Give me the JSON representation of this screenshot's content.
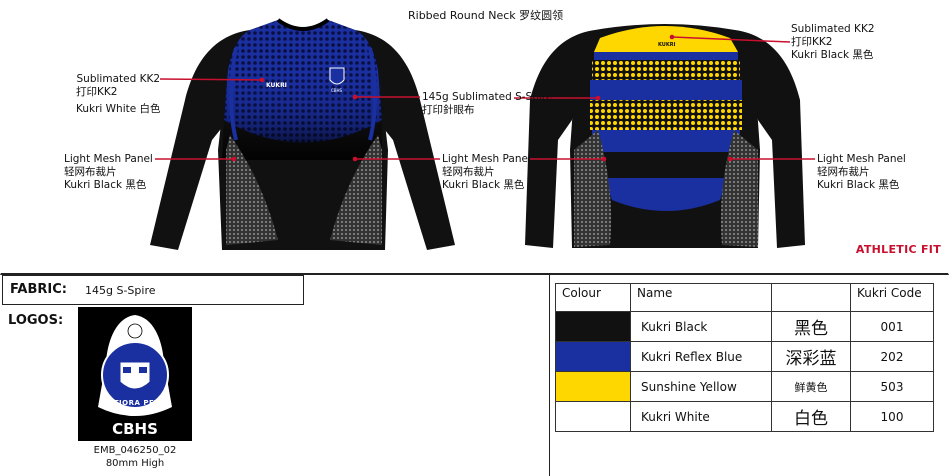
{
  "top_label": "Ribbed Round Neck  罗纹圆领",
  "front": {
    "logo_text": "KUKRI",
    "crest_text": "CBHS",
    "annotations": {
      "kk2": [
        "Sublimated KK2",
        "打印KK2",
        "Kukri White  白色"
      ],
      "fabric": [
        "145g Sublimated S-Spire",
        "打印針眼布"
      ],
      "mesh": [
        "Light Mesh Panel",
        "轻网布裁片",
        "Kukri Black  黑色"
      ]
    }
  },
  "back": {
    "logo_text": "KUKRI",
    "annotations": {
      "kk2": [
        "Sublimated KK2",
        "打印KK2",
        "Kukri Black  黑色"
      ],
      "mesh_left": [
        "Light Mesh Panel",
        "轻网布裁片",
        "Kukri Black  黑色"
      ],
      "mesh_right": [
        "Light Mesh Panel",
        "轻网布裁片",
        "Kukri Black  黑色"
      ]
    }
  },
  "fit_label": "ATHLETIC FIT",
  "fabric": {
    "label": "FABRIC:",
    "value": "145g S-Spire"
  },
  "logos": {
    "label": "LOGOS:",
    "motto": "ALTIORA PETO",
    "crest_caption": "CBHS",
    "file_code": "EMB_046250_02",
    "height": "80mm High"
  },
  "colour_table": {
    "headers": [
      "Colour",
      "Name",
      "",
      "Kukri Code"
    ],
    "rows": [
      {
        "swatch": "#111111",
        "name": "Kukri Black",
        "chinese": "黑色",
        "code": "001"
      },
      {
        "swatch": "#1a2fa0",
        "name": "Kukri Reflex Blue",
        "chinese": "深彩蓝",
        "code": "202"
      },
      {
        "swatch": "#ffd700",
        "name": "Sunshine Yellow",
        "chinese": "鲜黄色",
        "code": "503"
      },
      {
        "swatch": "#ffffff",
        "name": "Kukri White",
        "chinese": "白色",
        "code": "100"
      }
    ]
  },
  "colors": {
    "accent": "#c8102e",
    "black": "#111111",
    "blue": "#1a2fa0",
    "yellow": "#ffd700"
  }
}
